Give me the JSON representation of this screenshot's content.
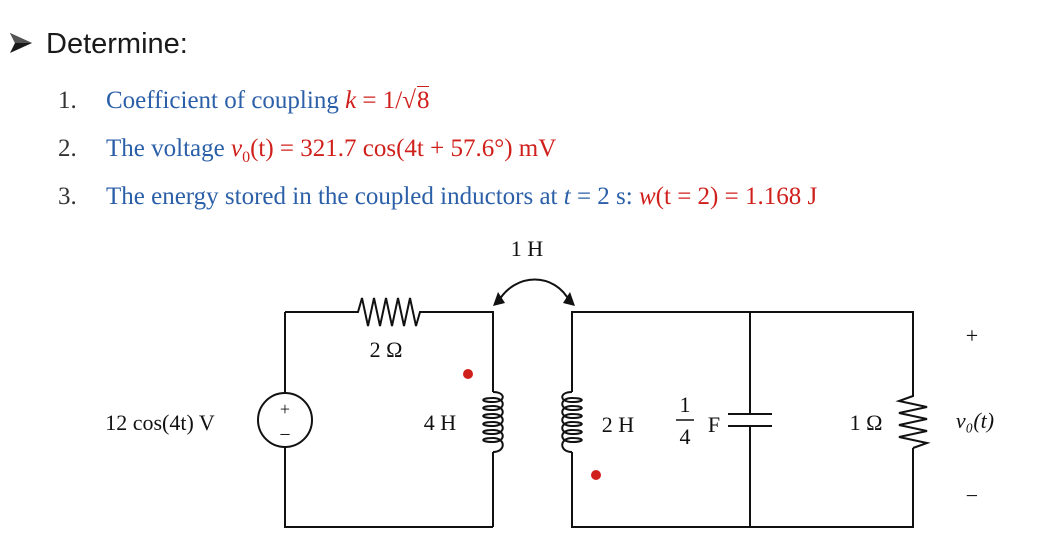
{
  "heading": {
    "bullet_icon": "triangle-arrow-icon",
    "text": "Determine:"
  },
  "items": [
    {
      "num": "1.",
      "text": "Coefficient of coupling ",
      "answer_var": "k",
      "answer_eq": " = 1/",
      "answer_rad": "8"
    },
    {
      "num": "2.",
      "text": "The voltage ",
      "answer_var": "v",
      "answer_sub": "0",
      "answer_rest": "(t) = 321.7 cos(4t + 57.6°)  mV"
    },
    {
      "num": "3.",
      "text": "The energy stored in the coupled inductors at ",
      "t_var": "t",
      "t_rest": " = 2 s:  ",
      "answer_var": "w",
      "answer_rest": "(t = 2) = 1.168 J"
    }
  ],
  "circuit": {
    "mutual_label": "1 H",
    "resistor_label": "2 Ω",
    "source_label": "12 cos(4t) V",
    "source_plus": "+",
    "source_minus": "−",
    "l1_label": "4 H",
    "l2_label": "2 H",
    "cap_num": "1",
    "cap_den": "4",
    "cap_unit": "F",
    "r2_label": "1 Ω",
    "vo_label": "v₀(t)",
    "vo_plus": "+",
    "vo_minus": "−",
    "dot_color": "#d0201c",
    "wire_color": "#111111"
  },
  "colors": {
    "blue": "#2b5fa8",
    "red": "#d0201c"
  }
}
